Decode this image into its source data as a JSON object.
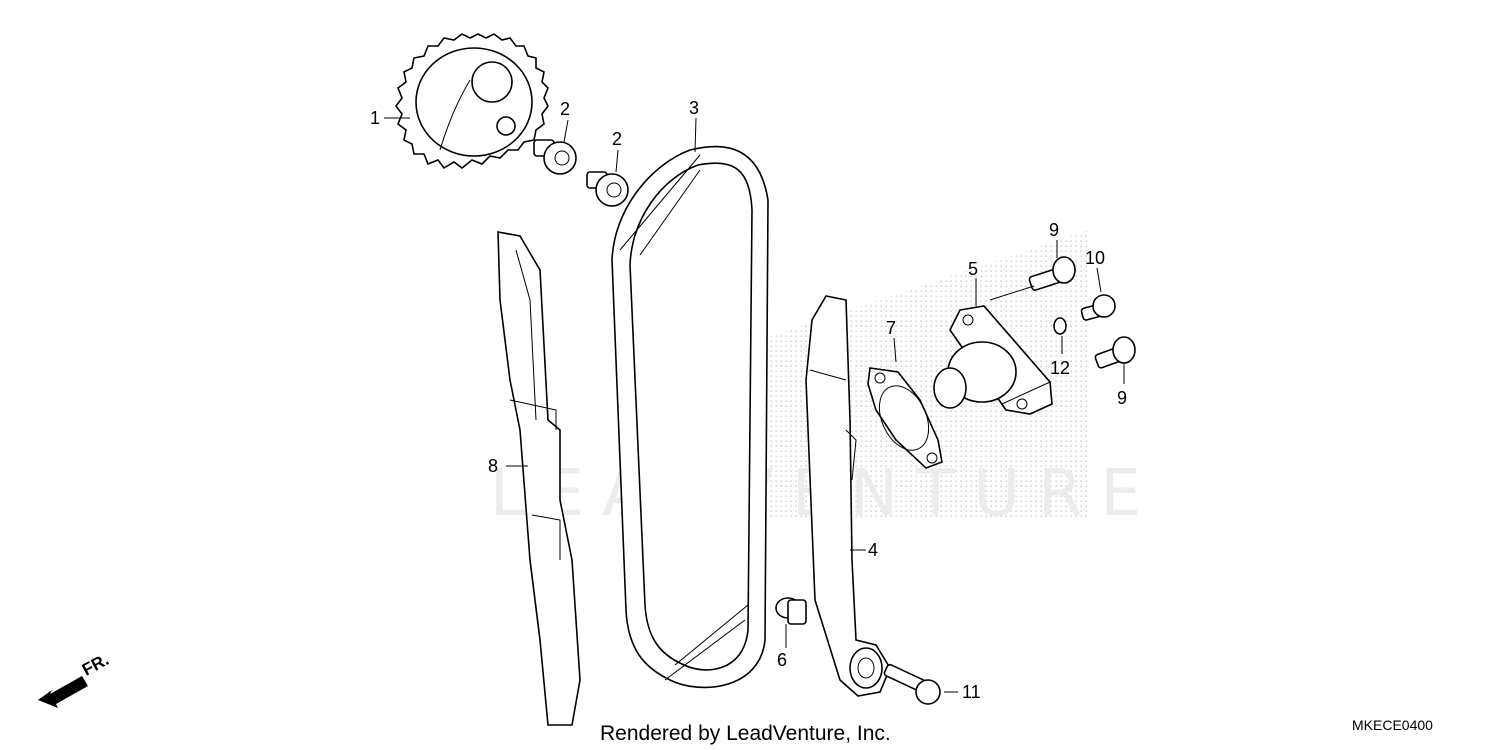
{
  "diagram": {
    "callouts": {
      "c1": "1",
      "c2a": "2",
      "c2b": "2",
      "c3": "3",
      "c4": "4",
      "c5": "5",
      "c6": "6",
      "c7": "7",
      "c8": "8",
      "c9a": "9",
      "c9b": "9",
      "c10": "10",
      "c11": "11",
      "c12": "12"
    },
    "direction_label": "FR.",
    "footer_text": "Rendered by LeadVenture, Inc.",
    "diagram_code": "MKECE0400",
    "watermark_text": "LEADVENTURE"
  }
}
